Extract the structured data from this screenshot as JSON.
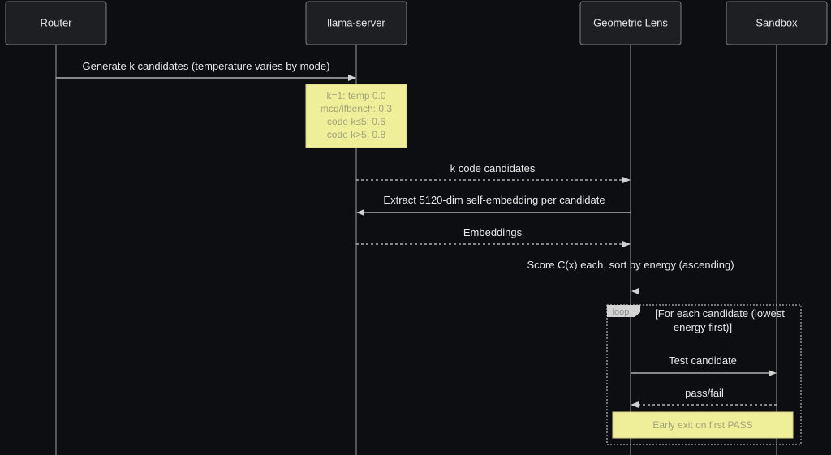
{
  "colors": {
    "background": "#0d0e12",
    "participant_fill": "#1e1f22",
    "participant_border": "#7d7f85",
    "text": "#e8e8e8",
    "line": "#c8c8c8",
    "note_fill": "#efef9a",
    "note_text": "#a3a37a",
    "loop_border": "#d8d8d8",
    "loop_tag_fill": "#d4d4d4",
    "loop_tag_text": "#8e8e8e"
  },
  "participants": [
    {
      "id": "router",
      "label": "Router"
    },
    {
      "id": "llama",
      "label": "llama-server"
    },
    {
      "id": "lens",
      "label": "Geometric Lens"
    },
    {
      "id": "sandbox",
      "label": "Sandbox"
    }
  ],
  "messages": [
    {
      "from": "router",
      "to": "llama",
      "label": "Generate k candidates (temperature varies by mode)",
      "style": "solid"
    },
    {
      "from": "llama",
      "to": "lens",
      "label": "k code candidates",
      "style": "dashed"
    },
    {
      "from": "lens",
      "to": "llama",
      "label": "Extract 5120-dim self-embedding per candidate",
      "style": "solid"
    },
    {
      "from": "llama",
      "to": "lens",
      "label": "Embeddings",
      "style": "dashed"
    },
    {
      "from": "lens",
      "to": "lens",
      "label": "Score C(x) each, sort by energy (ascending)",
      "style": "self"
    },
    {
      "from": "lens",
      "to": "sandbox",
      "label": "Test candidate",
      "style": "solid"
    },
    {
      "from": "sandbox",
      "to": "lens",
      "label": "pass/fail",
      "style": "dashed"
    }
  ],
  "notes": [
    {
      "over": "llama",
      "lines": [
        "k=1: temp 0.0",
        "mcq/ifbench: 0.3",
        "code k≤5: 0.6",
        "code k>5: 0.8"
      ]
    },
    {
      "over": "lens-sandbox",
      "lines": [
        "Early exit on first PASS"
      ]
    }
  ],
  "loop": {
    "tag": "loop",
    "label_lines": [
      "[For each candidate (lowest",
      "energy first)]"
    ]
  }
}
